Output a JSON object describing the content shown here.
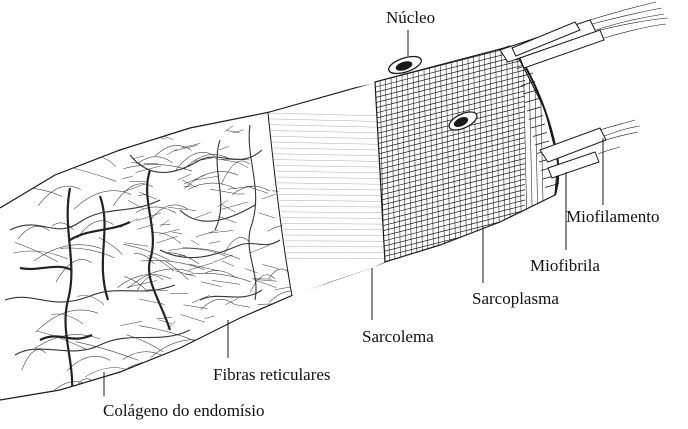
{
  "diagram": {
    "labels": {
      "nucleo": "Núcleo",
      "miofilamento": "Miofilamento",
      "miofibrila": "Miofibrila",
      "sarcoplasma": "Sarcoplasma",
      "sarcolema": "Sarcolema",
      "fibras_reticulares": "Fibras reticulares",
      "colageno": "Colágeno do endomísio"
    },
    "colors": {
      "ink": "#1a1a1a",
      "paper": "#ffffff",
      "shade": "#555555"
    }
  }
}
